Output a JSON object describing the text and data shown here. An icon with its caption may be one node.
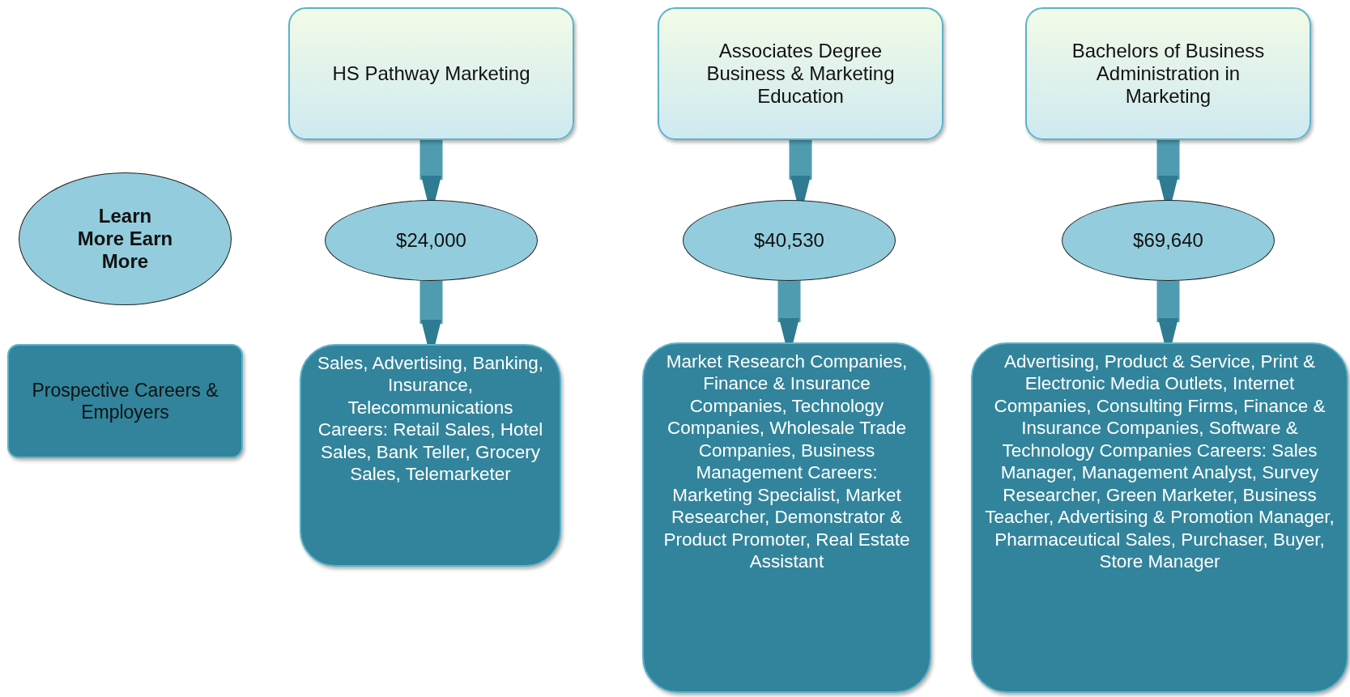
{
  "diagram": {
    "nodes": [
      {
        "text": [
          "HS Pathway Marketing"
        ]
      },
      {
        "text": [
          "Associates Degree Business & Marketing Education"
        ]
      },
      {
        "text": [
          "Bachelors of Business Administration in Marketing"
        ]
      },
      {
        "text": [
          "Learn More Earn More"
        ]
      },
      {
        "text": [
          "$24,000"
        ]
      },
      {
        "text": [
          "$40,530"
        ]
      },
      {
        "text": [
          "$69,640"
        ]
      },
      {
        "text": [
          "Prospective Careers & Employers"
        ]
      },
      {
        "text": [
          "Sales, Advertising, Banking, Insurance, Telecommunications Careers: Retail Sales, Hotel Sales, Bank Teller, Grocery Sales, Telemarketer"
        ]
      },
      {
        "text": [
          "Market Research Companies, Finance & Insurance Companies, Technology Companies, Wholesale Trade Companies, Business Management Careers: Marketing Specialist, Market Researcher, Demonstrator & Product Promoter, Real Estate Assistant"
        ]
      },
      {
        "text": [
          "Advertising, Product & Service, Print & Electronic Media Outlets, Internet Companies, Consulting Firms, Finance & Insurance Companies, Software & Technology Companies Careers: Sales Manager, Management Analyst, Survey Researcher, Green Marketer, Business Teacher, Advertising & Promotion Manager, Pharmaceutical Sales, Purchaser, Buyer, Store Manager"
        ]
      }
    ],
    "edges": [
      {
        "from": 0,
        "to": 4,
        "arrow": "to"
      },
      {
        "from": 4,
        "to": 8,
        "arrow": "to"
      },
      {
        "from": 1,
        "to": 5,
        "arrow": "to"
      },
      {
        "from": 5,
        "to": 9,
        "arrow": "to"
      },
      {
        "from": 2,
        "to": 6,
        "arrow": "to"
      },
      {
        "from": 6,
        "to": 10,
        "arrow": "to"
      }
    ]
  }
}
